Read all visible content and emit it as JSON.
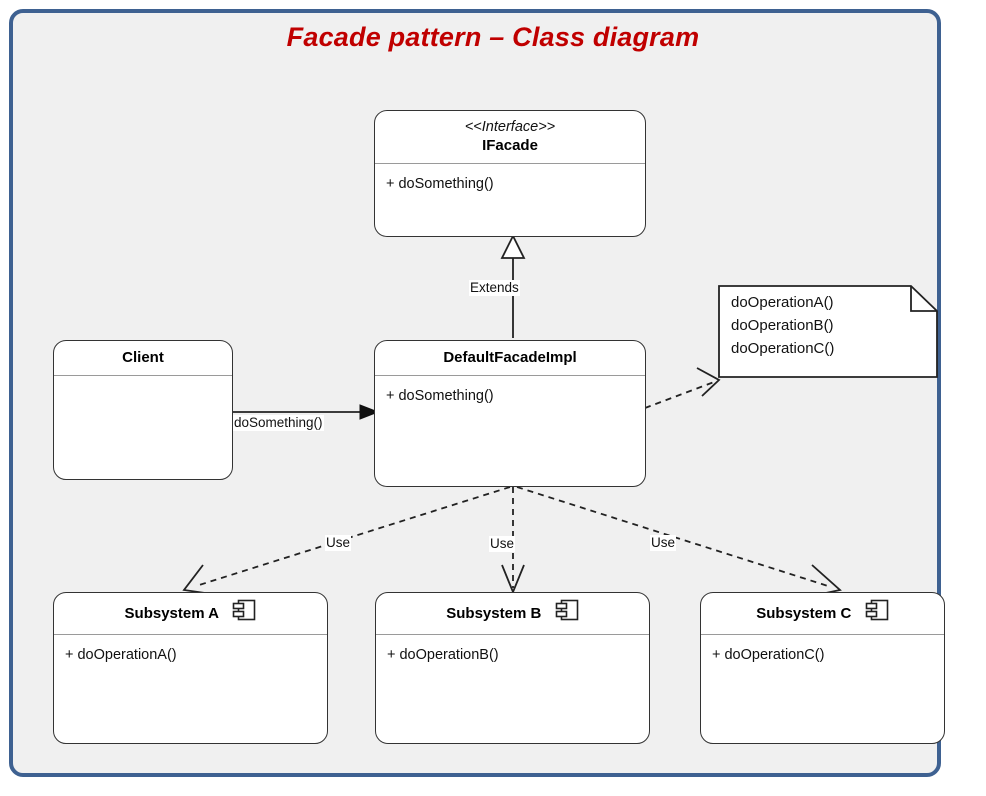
{
  "title": "Facade pattern – Class diagram",
  "theme": {
    "frame_border": "#3E6191",
    "canvas_bg": "#F0F0F0",
    "title_color": "#C00000",
    "box_border": "#333333",
    "divider": "#9A9A9A",
    "box_fill": "#FFFFFF",
    "connector": "#222222"
  },
  "classes": {
    "ifacade": {
      "stereotype": "<<Interface>>",
      "name": "IFacade",
      "members": [
        "+ doSomething()"
      ],
      "icon": ""
    },
    "client": {
      "stereotype": "",
      "name": "Client",
      "members": [],
      "icon": ""
    },
    "default_facade_impl": {
      "stereotype": "",
      "name": "DefaultFacadeImpl",
      "members": [
        "+ doSomething()"
      ],
      "icon": ""
    },
    "subsystem_a": {
      "stereotype": "",
      "name": "Subsystem A",
      "members": [
        "+ doOperationA()"
      ],
      "icon": "component-icon"
    },
    "subsystem_b": {
      "stereotype": "",
      "name": "Subsystem B",
      "members": [
        "+ doOperationB()"
      ],
      "icon": "component-icon"
    },
    "subsystem_c": {
      "stereotype": "",
      "name": "Subsystem C",
      "members": [
        "+ doOperationC()"
      ],
      "icon": "component-icon"
    }
  },
  "note": {
    "lines": [
      "doOperationA()",
      "doOperationB()",
      "doOperationC()"
    ],
    "line_0": "doOperationA()",
    "line_1": "doOperationB()",
    "line_2": "doOperationC()"
  },
  "edges": {
    "extends": {
      "label": "Extends",
      "from": "DefaultFacadeImpl",
      "to": "IFacade",
      "style": "solid",
      "arrow": "hollow-triangle"
    },
    "client_call": {
      "label": "doSomething()",
      "from": "Client",
      "to": "DefaultFacadeImpl",
      "style": "solid",
      "arrow": "filled-triangle"
    },
    "note_link": {
      "label": "",
      "from": "DefaultFacadeImpl",
      "to": "note",
      "style": "dashed",
      "arrow": "open"
    },
    "use_a": {
      "label": "Use",
      "from": "DefaultFacadeImpl",
      "to": "Subsystem A",
      "style": "dashed",
      "arrow": "open"
    },
    "use_b": {
      "label": "Use",
      "from": "DefaultFacadeImpl",
      "to": "Subsystem B",
      "style": "dashed",
      "arrow": "open"
    },
    "use_c": {
      "label": "Use",
      "from": "DefaultFacadeImpl",
      "to": "Subsystem C",
      "style": "dashed",
      "arrow": "open"
    }
  }
}
